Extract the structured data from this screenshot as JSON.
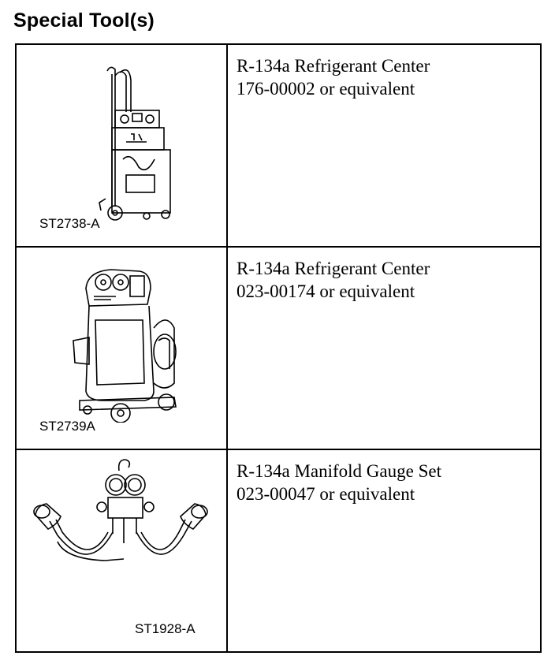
{
  "title": "Special Tool(s)",
  "tools": [
    {
      "code": "ST2738-A",
      "name": "R-134a Refrigerant Center",
      "number": "176-00002 or equivalent",
      "icon": "refrigerant-center-cart-icon"
    },
    {
      "code": "ST2739A",
      "name": "R-134a Refrigerant Center",
      "number": "023-00174 or equivalent",
      "icon": "refrigerant-center-unit-icon"
    },
    {
      "code": "ST1928-A",
      "name": "R-134a Manifold Gauge Set",
      "number": "023-00047 or equivalent",
      "icon": "manifold-gauge-set-icon"
    }
  ]
}
